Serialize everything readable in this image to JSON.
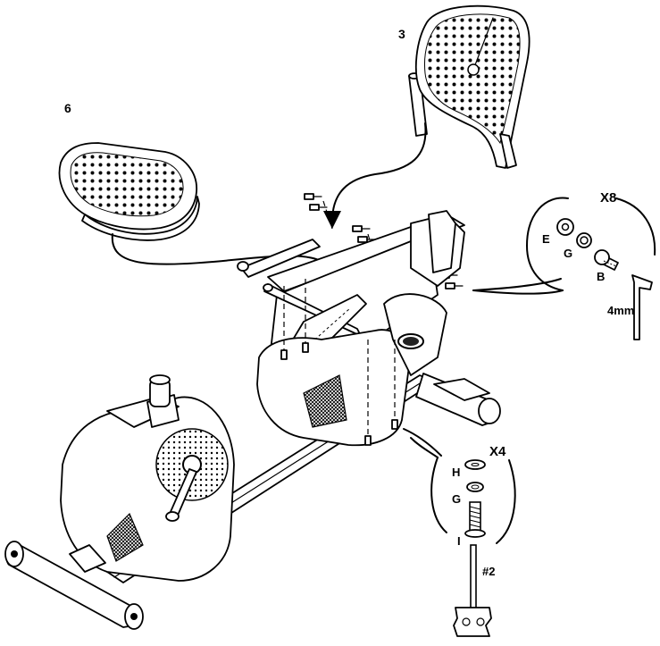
{
  "callouts": {
    "part_backrest": "3",
    "part_seat": "6",
    "hardware_top": {
      "quantity": "X8",
      "washer_e": "E",
      "lock_washer_g": "G",
      "bolt_b": "B",
      "tool": "4mm"
    },
    "hardware_bottom": {
      "quantity": "X4",
      "washer_h": "H",
      "lock_washer_g": "G",
      "bolt_i": "I",
      "tool": "#2"
    }
  }
}
